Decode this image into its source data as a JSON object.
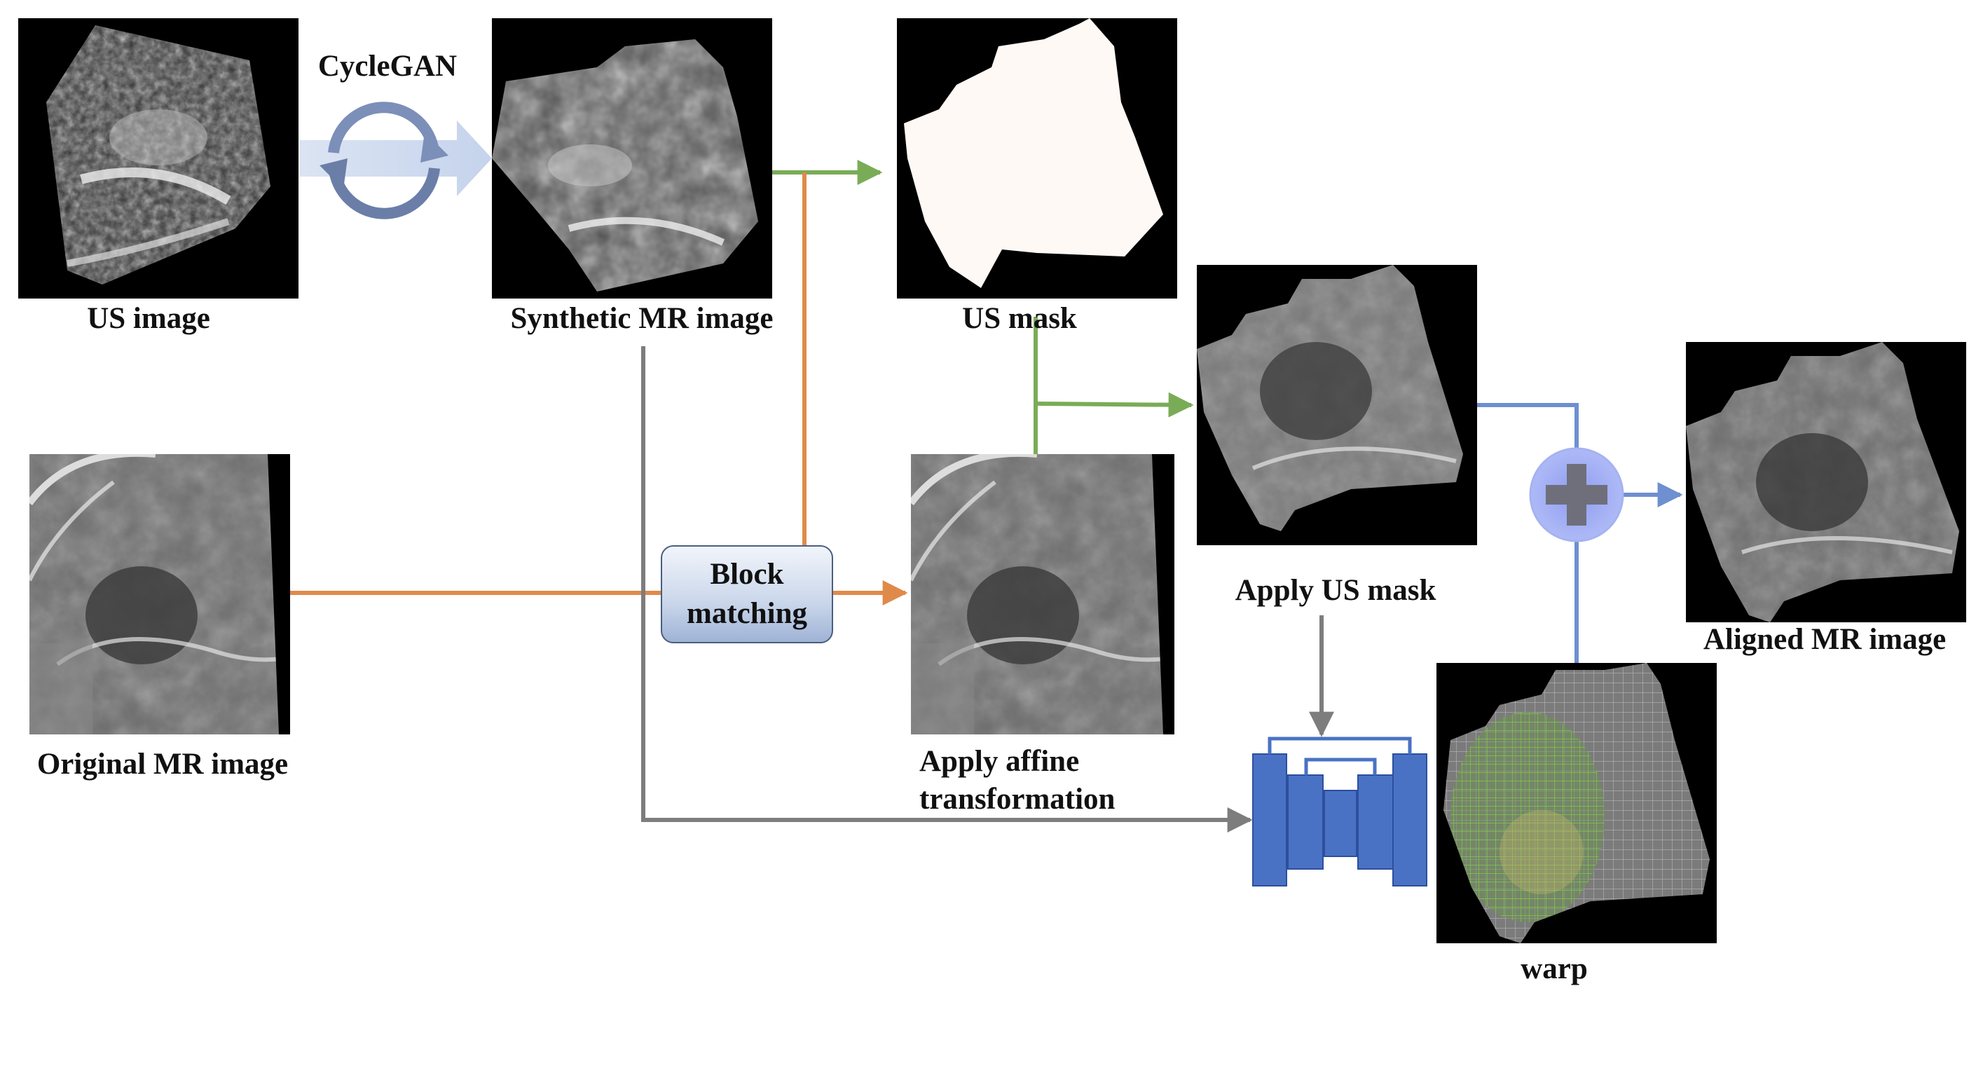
{
  "labels": {
    "us_image": "US image",
    "synthetic_mr_image": "Synthetic MR image",
    "us_mask": "US mask",
    "original_mr_image": "Original MR image",
    "apply_affine_line1": "Apply affine",
    "apply_affine_line2": "transformation",
    "apply_us_mask": "Apply US mask",
    "aligned_mr_image": "Aligned MR image",
    "warp": "warp",
    "cyclegan": "CycleGAN",
    "block_matching": "Block\nmatching"
  },
  "colors": {
    "orange_flow": "#e08a4a",
    "green_flow": "#7aac57",
    "gray_flow": "#7d7d7d",
    "blue_flow": "#6e8fd0",
    "unet_blue": "#4a72c4",
    "grid_green": "#7fd04a"
  },
  "icons": {
    "cyclegan": "cycle-arrows-icon",
    "unet": "unet-network-icon",
    "sum": "plus-circle-icon"
  }
}
